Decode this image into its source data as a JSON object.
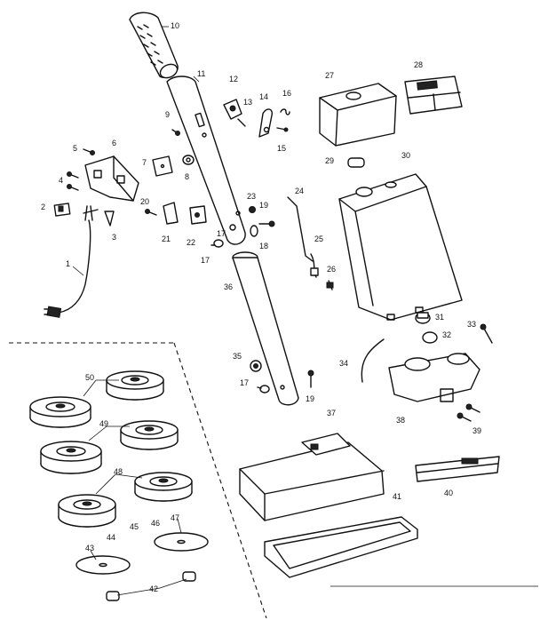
{
  "parts": [
    {
      "label": "1"
    },
    {
      "label": "2"
    },
    {
      "label": "3"
    },
    {
      "label": "4"
    },
    {
      "label": "5"
    },
    {
      "label": "6"
    },
    {
      "label": "7"
    },
    {
      "label": "8"
    },
    {
      "label": "9"
    },
    {
      "label": "10"
    },
    {
      "label": "11"
    },
    {
      "label": "12"
    },
    {
      "label": "13"
    },
    {
      "label": "14"
    },
    {
      "label": "15"
    },
    {
      "label": "16"
    },
    {
      "label": "17"
    },
    {
      "label": "17"
    },
    {
      "label": "17"
    },
    {
      "label": "18"
    },
    {
      "label": "19"
    },
    {
      "label": "19"
    },
    {
      "label": "20"
    },
    {
      "label": "21"
    },
    {
      "label": "22"
    },
    {
      "label": "23"
    },
    {
      "label": "24"
    },
    {
      "label": "25"
    },
    {
      "label": "26"
    },
    {
      "label": "27"
    },
    {
      "label": "28"
    },
    {
      "label": "29"
    },
    {
      "label": "30"
    },
    {
      "label": "31"
    },
    {
      "label": "32"
    },
    {
      "label": "33"
    },
    {
      "label": "34"
    },
    {
      "label": "35"
    },
    {
      "label": "36"
    },
    {
      "label": "37"
    },
    {
      "label": "38"
    },
    {
      "label": "39"
    },
    {
      "label": "40"
    },
    {
      "label": "41"
    },
    {
      "label": "42"
    },
    {
      "label": "43"
    },
    {
      "label": "44"
    },
    {
      "label": "45"
    },
    {
      "label": "46"
    },
    {
      "label": "47"
    },
    {
      "label": "48"
    },
    {
      "label": "49"
    },
    {
      "label": "50"
    }
  ]
}
